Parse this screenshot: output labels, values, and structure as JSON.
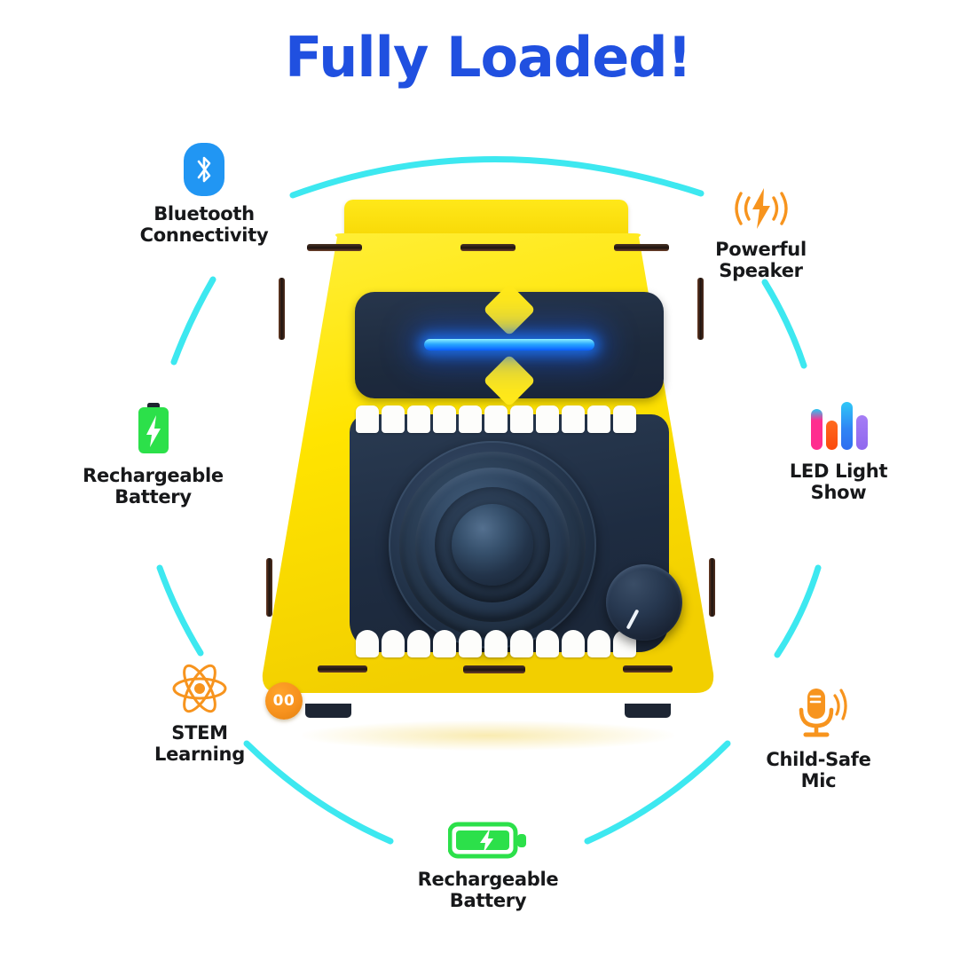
{
  "page": {
    "title": "Fully Loaded!",
    "title_color": "#2050e0",
    "background_color": "#ffffff",
    "accent_arc_color": "#3de8f0"
  },
  "features": [
    {
      "id": "bluetooth",
      "icon": "bluetooth-icon",
      "label": "Bluetooth\nConnectivity",
      "color": "#2196f3"
    },
    {
      "id": "speaker",
      "icon": "powerful-speaker-icon",
      "label": "Powerful\nSpeaker",
      "color": "#f7941e"
    },
    {
      "id": "battery-left",
      "icon": "battery-vertical-icon",
      "label": "Rechargeable\nBattery",
      "color": "#2ce04a"
    },
    {
      "id": "led",
      "icon": "led-light-show-icon",
      "label": "LED Light\nShow",
      "color": "#ff2d8f"
    },
    {
      "id": "stem",
      "icon": "atom-icon",
      "label": "STEM\nLearning",
      "color": "#f7941e"
    },
    {
      "id": "mic",
      "icon": "microphone-icon",
      "label": "Child-Safe\nMic",
      "color": "#f7941e"
    },
    {
      "id": "battery-bottom",
      "icon": "battery-horizontal-icon",
      "label": "Rechargeable\nBattery",
      "color": "#2ce04a"
    }
  ],
  "device": {
    "name": "diy-robot-bluetooth-speaker",
    "body_color": "#ffe81a",
    "panel_color": "#1e2c41",
    "led_bar_color": "#1c78ff",
    "knob_color": "#1a2435",
    "badge_text": "00",
    "badge_color": "#f7921e",
    "teeth_count_top": 11,
    "teeth_count_bottom": 11
  }
}
